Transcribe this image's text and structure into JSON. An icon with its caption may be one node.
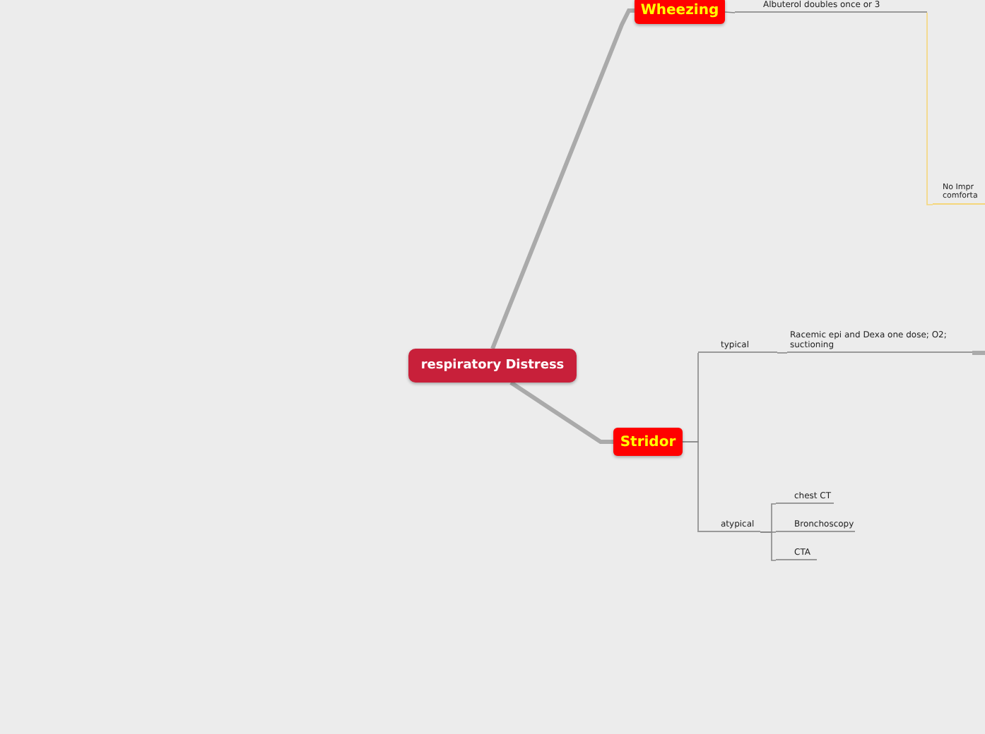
{
  "diagram": {
    "nodes": [
      {
        "text": [
          "respiratory Distress"
        ]
      },
      {
        "text": [
          "Wheezing"
        ]
      },
      {
        "text": [
          "Albuterol doubles once or 3"
        ]
      },
      {
        "text": [
          "No Impr comforta"
        ]
      },
      {
        "text": [
          "Stridor"
        ]
      },
      {
        "text": [
          "typical"
        ]
      },
      {
        "text": [
          "Racemic epi and Dexa one dose; O2; suctioning"
        ]
      },
      {
        "text": [
          "atypical"
        ]
      },
      {
        "text": [
          "chest CT"
        ]
      },
      {
        "text": [
          "Bronchoscopy"
        ]
      },
      {
        "text": [
          "CTA"
        ]
      }
    ],
    "edges": [
      {
        "from": 0,
        "to": 1,
        "arrow": "none",
        "style": "thick"
      },
      {
        "from": 1,
        "to": 2,
        "arrow": "none"
      },
      {
        "from": 2,
        "to": 3,
        "arrow": "none",
        "color": "#f5d67a"
      },
      {
        "from": 0,
        "to": 4,
        "arrow": "none",
        "style": "thick"
      },
      {
        "from": 4,
        "to": 5,
        "arrow": "none"
      },
      {
        "from": 5,
        "to": 6,
        "arrow": "none"
      },
      {
        "from": 6,
        "to": null,
        "arrow": "none",
        "style": "thick"
      },
      {
        "from": 4,
        "to": 7,
        "arrow": "none"
      },
      {
        "from": 7,
        "to": 8,
        "arrow": "none"
      },
      {
        "from": 7,
        "to": 9,
        "arrow": "none"
      },
      {
        "from": 7,
        "to": 10,
        "arrow": "none"
      }
    ]
  }
}
